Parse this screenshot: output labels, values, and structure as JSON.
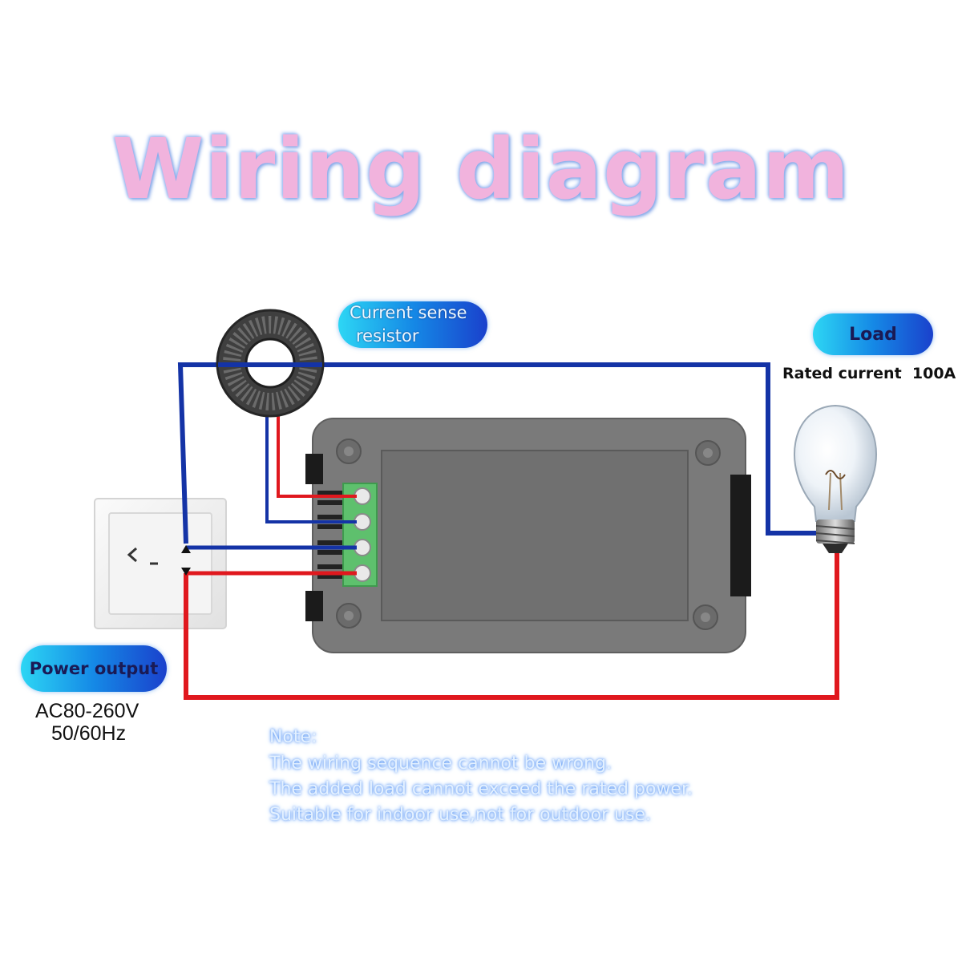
{
  "title": "Wiring diagram",
  "labels": {
    "current_sense_line1": "Current sense",
    "current_sense_line2": "resistor",
    "load": "Load",
    "rated_current": "Rated current  100A",
    "power_output": "Power output",
    "voltage": "AC80-260V",
    "frequency": "50/60Hz"
  },
  "note": [
    "Note:",
    "The wiring sequence cannot be wrong.",
    "The added load cannot exceed the rated power.",
    "Suitable for indoor use,not for outdoor use."
  ],
  "colors": {
    "live_wire": "#e0181e",
    "neutral_wire": "#1433a6",
    "module_body": "#7a7a7a",
    "terminal_block": "#5ec06d",
    "title_fill": "#f1b3dd"
  },
  "icons": [
    "current-sensor-ring-icon",
    "wall-socket-icon",
    "light-bulb-icon",
    "meter-module-icon"
  ]
}
